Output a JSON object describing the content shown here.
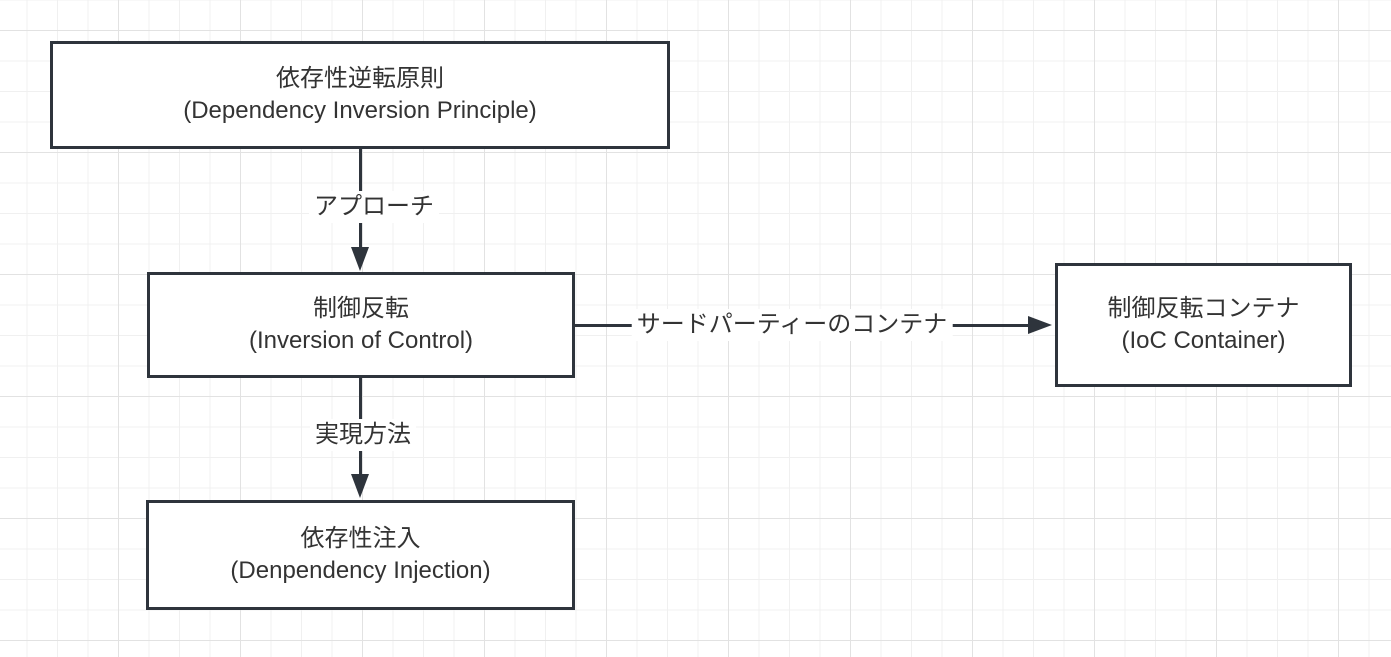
{
  "diagram": {
    "nodes": [
      {
        "id": "dependency-inversion-principle",
        "title_ja": "依存性逆転原則",
        "title_en": "(Dependency Inversion Principle)"
      },
      {
        "id": "inversion-of-control",
        "title_ja": "制御反転",
        "title_en": "(Inversion of Control)"
      },
      {
        "id": "ioc-container",
        "title_ja": "制御反転コンテナ",
        "title_en": "(IoC Container)"
      },
      {
        "id": "dependency-injection",
        "title_ja": "依存性注入",
        "title_en": "(Denpendency Injection)"
      }
    ],
    "edges": [
      {
        "from": "dependency-inversion-principle",
        "to": "inversion-of-control",
        "label": "アプローチ",
        "direction": "down"
      },
      {
        "from": "inversion-of-control",
        "to": "ioc-container",
        "label": "サードパーティーのコンテナ",
        "direction": "right"
      },
      {
        "from": "inversion-of-control",
        "to": "dependency-injection",
        "label": "実現方法",
        "direction": "down"
      }
    ],
    "colors": {
      "stroke": "#2e343c",
      "text": "#333333",
      "node_fill": "#ffffff",
      "background": "#ffffff",
      "grid_minor": "#f0f0f0",
      "grid_major": "#e2e2e2"
    }
  }
}
